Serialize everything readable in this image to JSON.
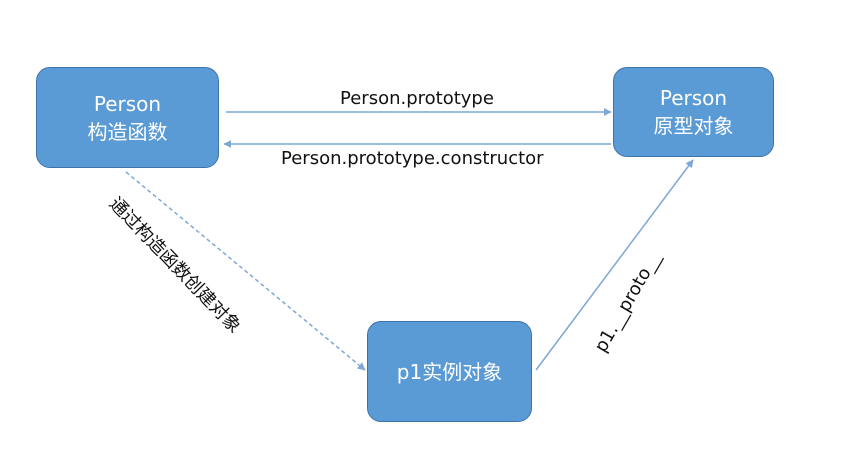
{
  "colors": {
    "node_fill": "#5b9bd5",
    "node_border": "#3f72a9",
    "arrow": "#7ea7d3",
    "text_dark": "#111111"
  },
  "nodes": {
    "constructor": {
      "line1": "Person",
      "line2": "构造函数"
    },
    "prototype": {
      "line1": "Person",
      "line2": "原型对象"
    },
    "instance": {
      "line1": "p1实例对象"
    }
  },
  "edges": {
    "prototype_label": "Person.prototype",
    "constructor_label": "Person.prototype.constructor",
    "create_label": "通过构造函数创建对象",
    "proto_label": "p1.__proto__"
  }
}
